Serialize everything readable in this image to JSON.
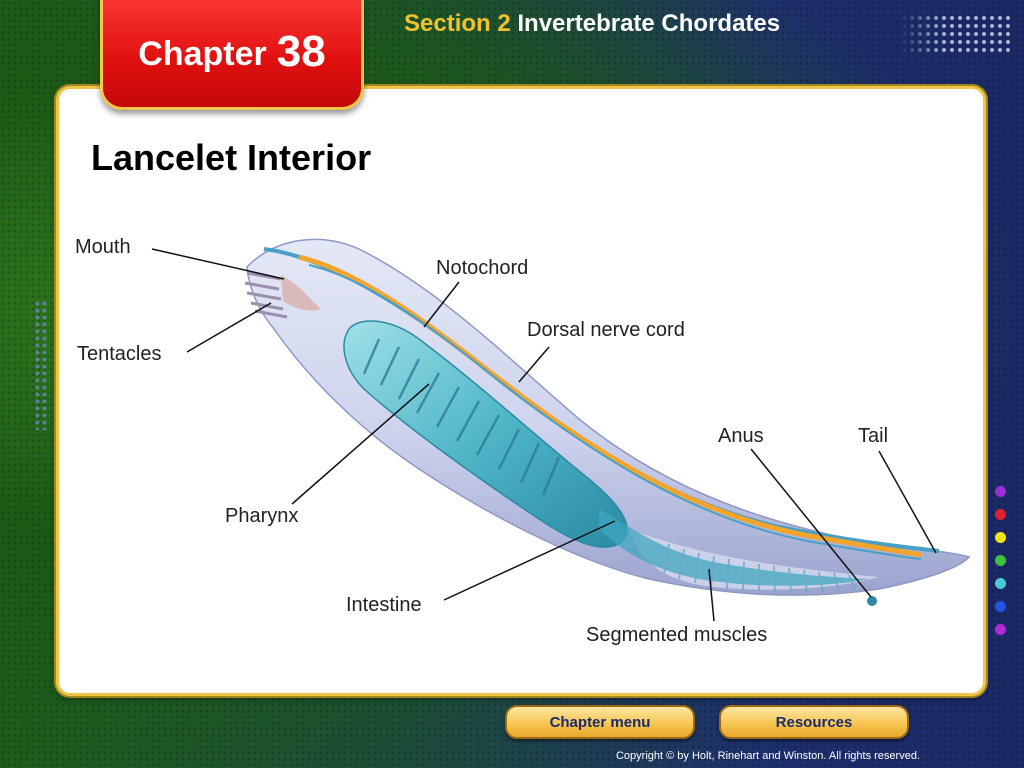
{
  "header": {
    "chapter_word": "Chapter",
    "chapter_number": "38",
    "section_label": "Section 2",
    "section_title": "Invertebrate Chordates"
  },
  "slide": {
    "title": "Lancelet Interior"
  },
  "diagram": {
    "labels": {
      "mouth": "Mouth",
      "tentacles": "Tentacles",
      "notochord": "Notochord",
      "dorsal_nerve_cord": "Dorsal nerve cord",
      "pharynx": "Pharynx",
      "intestine": "Intestine",
      "anus": "Anus",
      "tail": "Tail",
      "segmented_muscles": "Segmented muscles"
    }
  },
  "nav": {
    "chapter_menu": "Chapter menu",
    "resources": "Resources"
  },
  "footer": {
    "copyright": "Copyright © by Holt, Rinehart and Winston. All rights reserved."
  },
  "colors": {
    "accent_red": "#e01010",
    "accent_gold": "#f2c12e",
    "side_dots": [
      "#9b2fd6",
      "#e0202a",
      "#f2e21a",
      "#3cc23c",
      "#4cc9d9",
      "#2255e0",
      "#b02ad6"
    ]
  }
}
